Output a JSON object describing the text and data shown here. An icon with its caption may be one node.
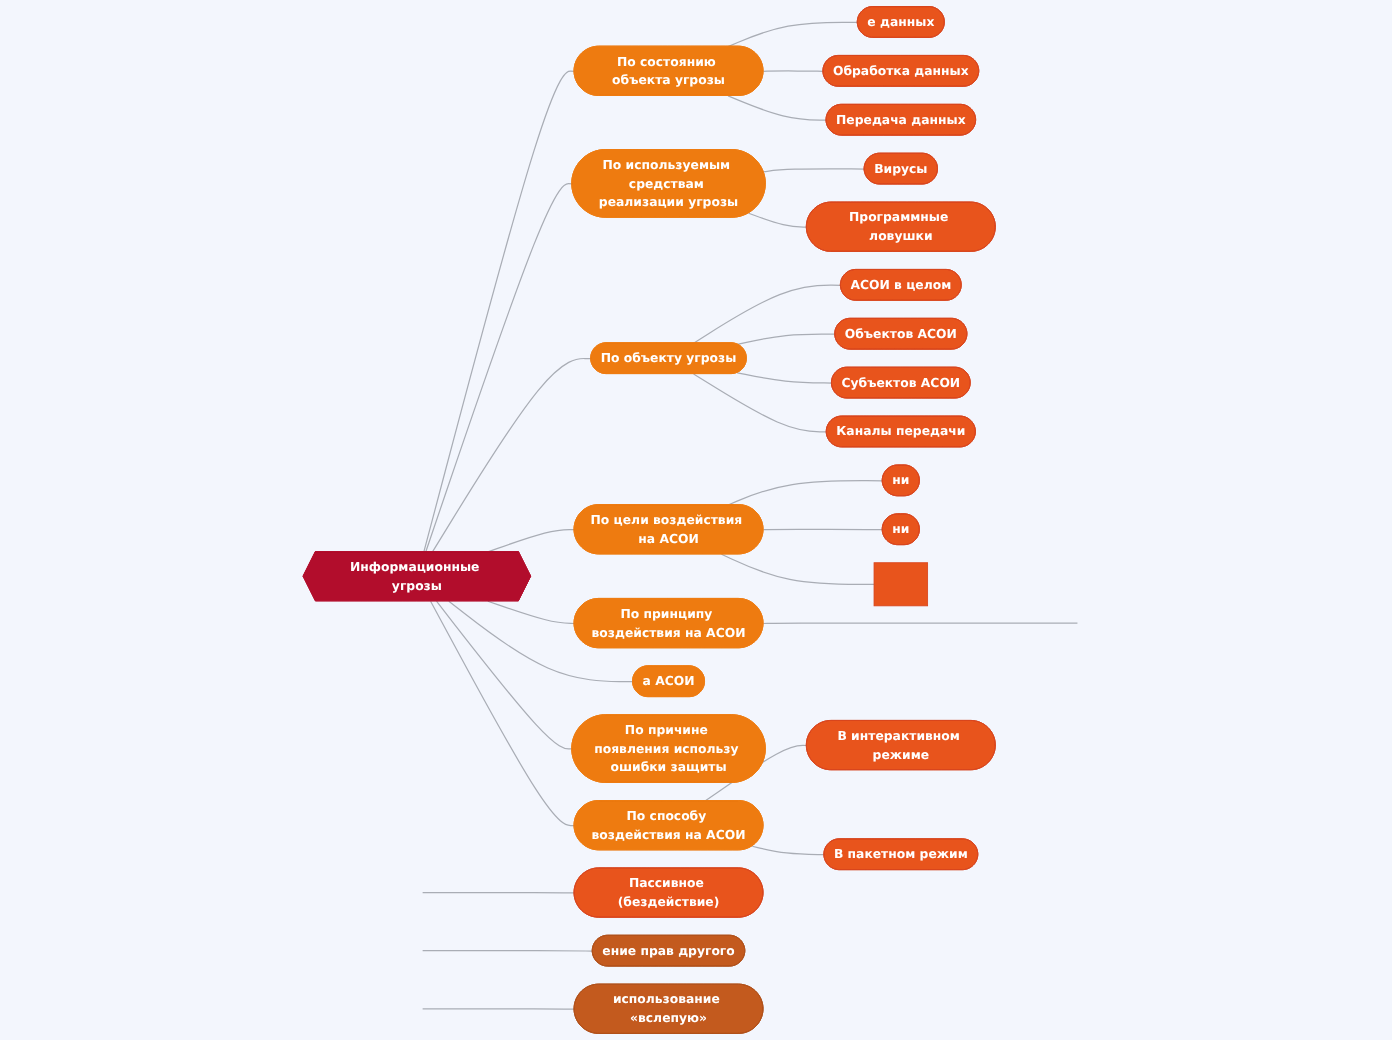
{
  "diagram": {
    "nodes": [
      {
        "text": [
          "Информационные угрозы"
        ]
      },
      {
        "text": [
          "По состоянию объекта угрозы"
        ]
      },
      {
        "text": [
          "е данных"
        ]
      },
      {
        "text": [
          "Обработка данных"
        ]
      },
      {
        "text": [
          "Передача данных"
        ]
      },
      {
        "text": [
          "По используемым средствам реализации угрозы"
        ]
      },
      {
        "text": [
          "Вирусы"
        ]
      },
      {
        "text": [
          "Программные ловушки"
        ]
      },
      {
        "text": [
          "По объекту угрозы"
        ]
      },
      {
        "text": [
          "АСОИ в целом"
        ]
      },
      {
        "text": [
          "Объектов АСОИ"
        ]
      },
      {
        "text": [
          "Субъектов АСОИ"
        ]
      },
      {
        "text": [
          "Каналы передачи"
        ]
      },
      {
        "text": [
          "По цели воздействия на АСОИ"
        ]
      },
      {
        "text": [
          "ни"
        ]
      },
      {
        "text": [
          "ни"
        ]
      },
      {
        "text": [],
        "shape": "box"
      },
      {
        "text": [
          "По принципу воздействия на АСОИ"
        ]
      },
      {
        "text": [
          "а АСОИ"
        ]
      },
      {
        "text": [
          "Пассивное (бездействие)"
        ]
      },
      {
        "text": [
          "ение прав другого"
        ]
      },
      {
        "text": [
          "использование «вслепую»"
        ]
      },
      {
        "text": [
          "По причине появления использу ошибки защиты"
        ]
      },
      {
        "text": [
          "По способу воздействия на АСОИ"
        ]
      },
      {
        "text": [
          "В интерактивном режиме"
        ]
      },
      {
        "text": [
          "В пакетном режим"
        ]
      }
    ],
    "edges": [
      {
        "from": 0,
        "to": 1,
        "arrow": "none"
      },
      {
        "from": 1,
        "to": 2,
        "arrow": "none"
      },
      {
        "from": 1,
        "to": 3,
        "arrow": "none"
      },
      {
        "from": 1,
        "to": 4,
        "arrow": "none"
      },
      {
        "from": 0,
        "to": 5,
        "arrow": "none"
      },
      {
        "from": 5,
        "to": 6,
        "arrow": "none"
      },
      {
        "from": 5,
        "to": 7,
        "arrow": "none"
      },
      {
        "from": 0,
        "to": 8,
        "arrow": "none"
      },
      {
        "from": 8,
        "to": 9,
        "arrow": "none"
      },
      {
        "from": 8,
        "to": 10,
        "arrow": "none"
      },
      {
        "from": 8,
        "to": 11,
        "arrow": "none"
      },
      {
        "from": 8,
        "to": 12,
        "arrow": "none"
      },
      {
        "from": 0,
        "to": 13,
        "arrow": "none"
      },
      {
        "from": 13,
        "to": 14,
        "arrow": "none"
      },
      {
        "from": 13,
        "to": 15,
        "arrow": "none"
      },
      {
        "from": 13,
        "to": 16,
        "arrow": "none"
      },
      {
        "from": 0,
        "to": 17,
        "arrow": "none"
      },
      {
        "from": 17,
        "to": null,
        "arrow": "none"
      },
      {
        "from": 0,
        "to": 18,
        "arrow": "none"
      },
      {
        "from": null,
        "to": 19,
        "arrow": "none"
      },
      {
        "from": null,
        "to": 20,
        "arrow": "none"
      },
      {
        "from": null,
        "to": 21,
        "arrow": "none"
      },
      {
        "from": 0,
        "to": 22,
        "arrow": "none"
      },
      {
        "from": 0,
        "to": 23,
        "arrow": "none"
      },
      {
        "from": 23,
        "to": 24,
        "arrow": "none"
      },
      {
        "from": 23,
        "to": 25,
        "arrow": "none"
      }
    ]
  }
}
